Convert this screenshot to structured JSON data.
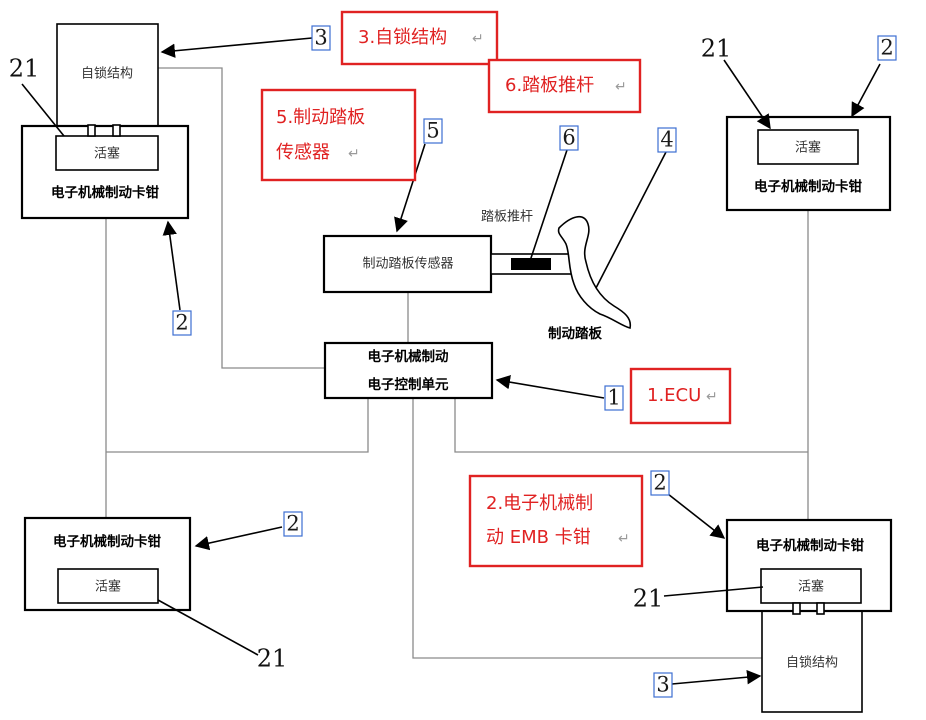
{
  "components": {
    "self_lock": "自锁结构",
    "piston": "活塞",
    "caliper": "电子机械制动卡钳",
    "pedal_sensor": "制动踏板传感器",
    "pedal_rod": "踏板推杆",
    "pedal": "制动踏板",
    "ecu_line1": "电子机械制动",
    "ecu_line2": "电子控制单元"
  },
  "part_numbers": {
    "ecu": "1",
    "caliper": "2",
    "self_lock": "3",
    "pedal": "4",
    "pedal_sensor": "5",
    "pedal_rod": "6",
    "piston": "21"
  },
  "annotations": {
    "self_lock": "3.自锁结构",
    "pedal_rod": "6.踏板推杆",
    "pedal_sensor_line1": "5.制动踏板",
    "pedal_sensor_line2": "传感器",
    "ecu": "1.ECU",
    "caliper_line1": "2.电子机械制",
    "caliper_line2": "动 EMB 卡钳",
    "return_mark": "↵"
  }
}
